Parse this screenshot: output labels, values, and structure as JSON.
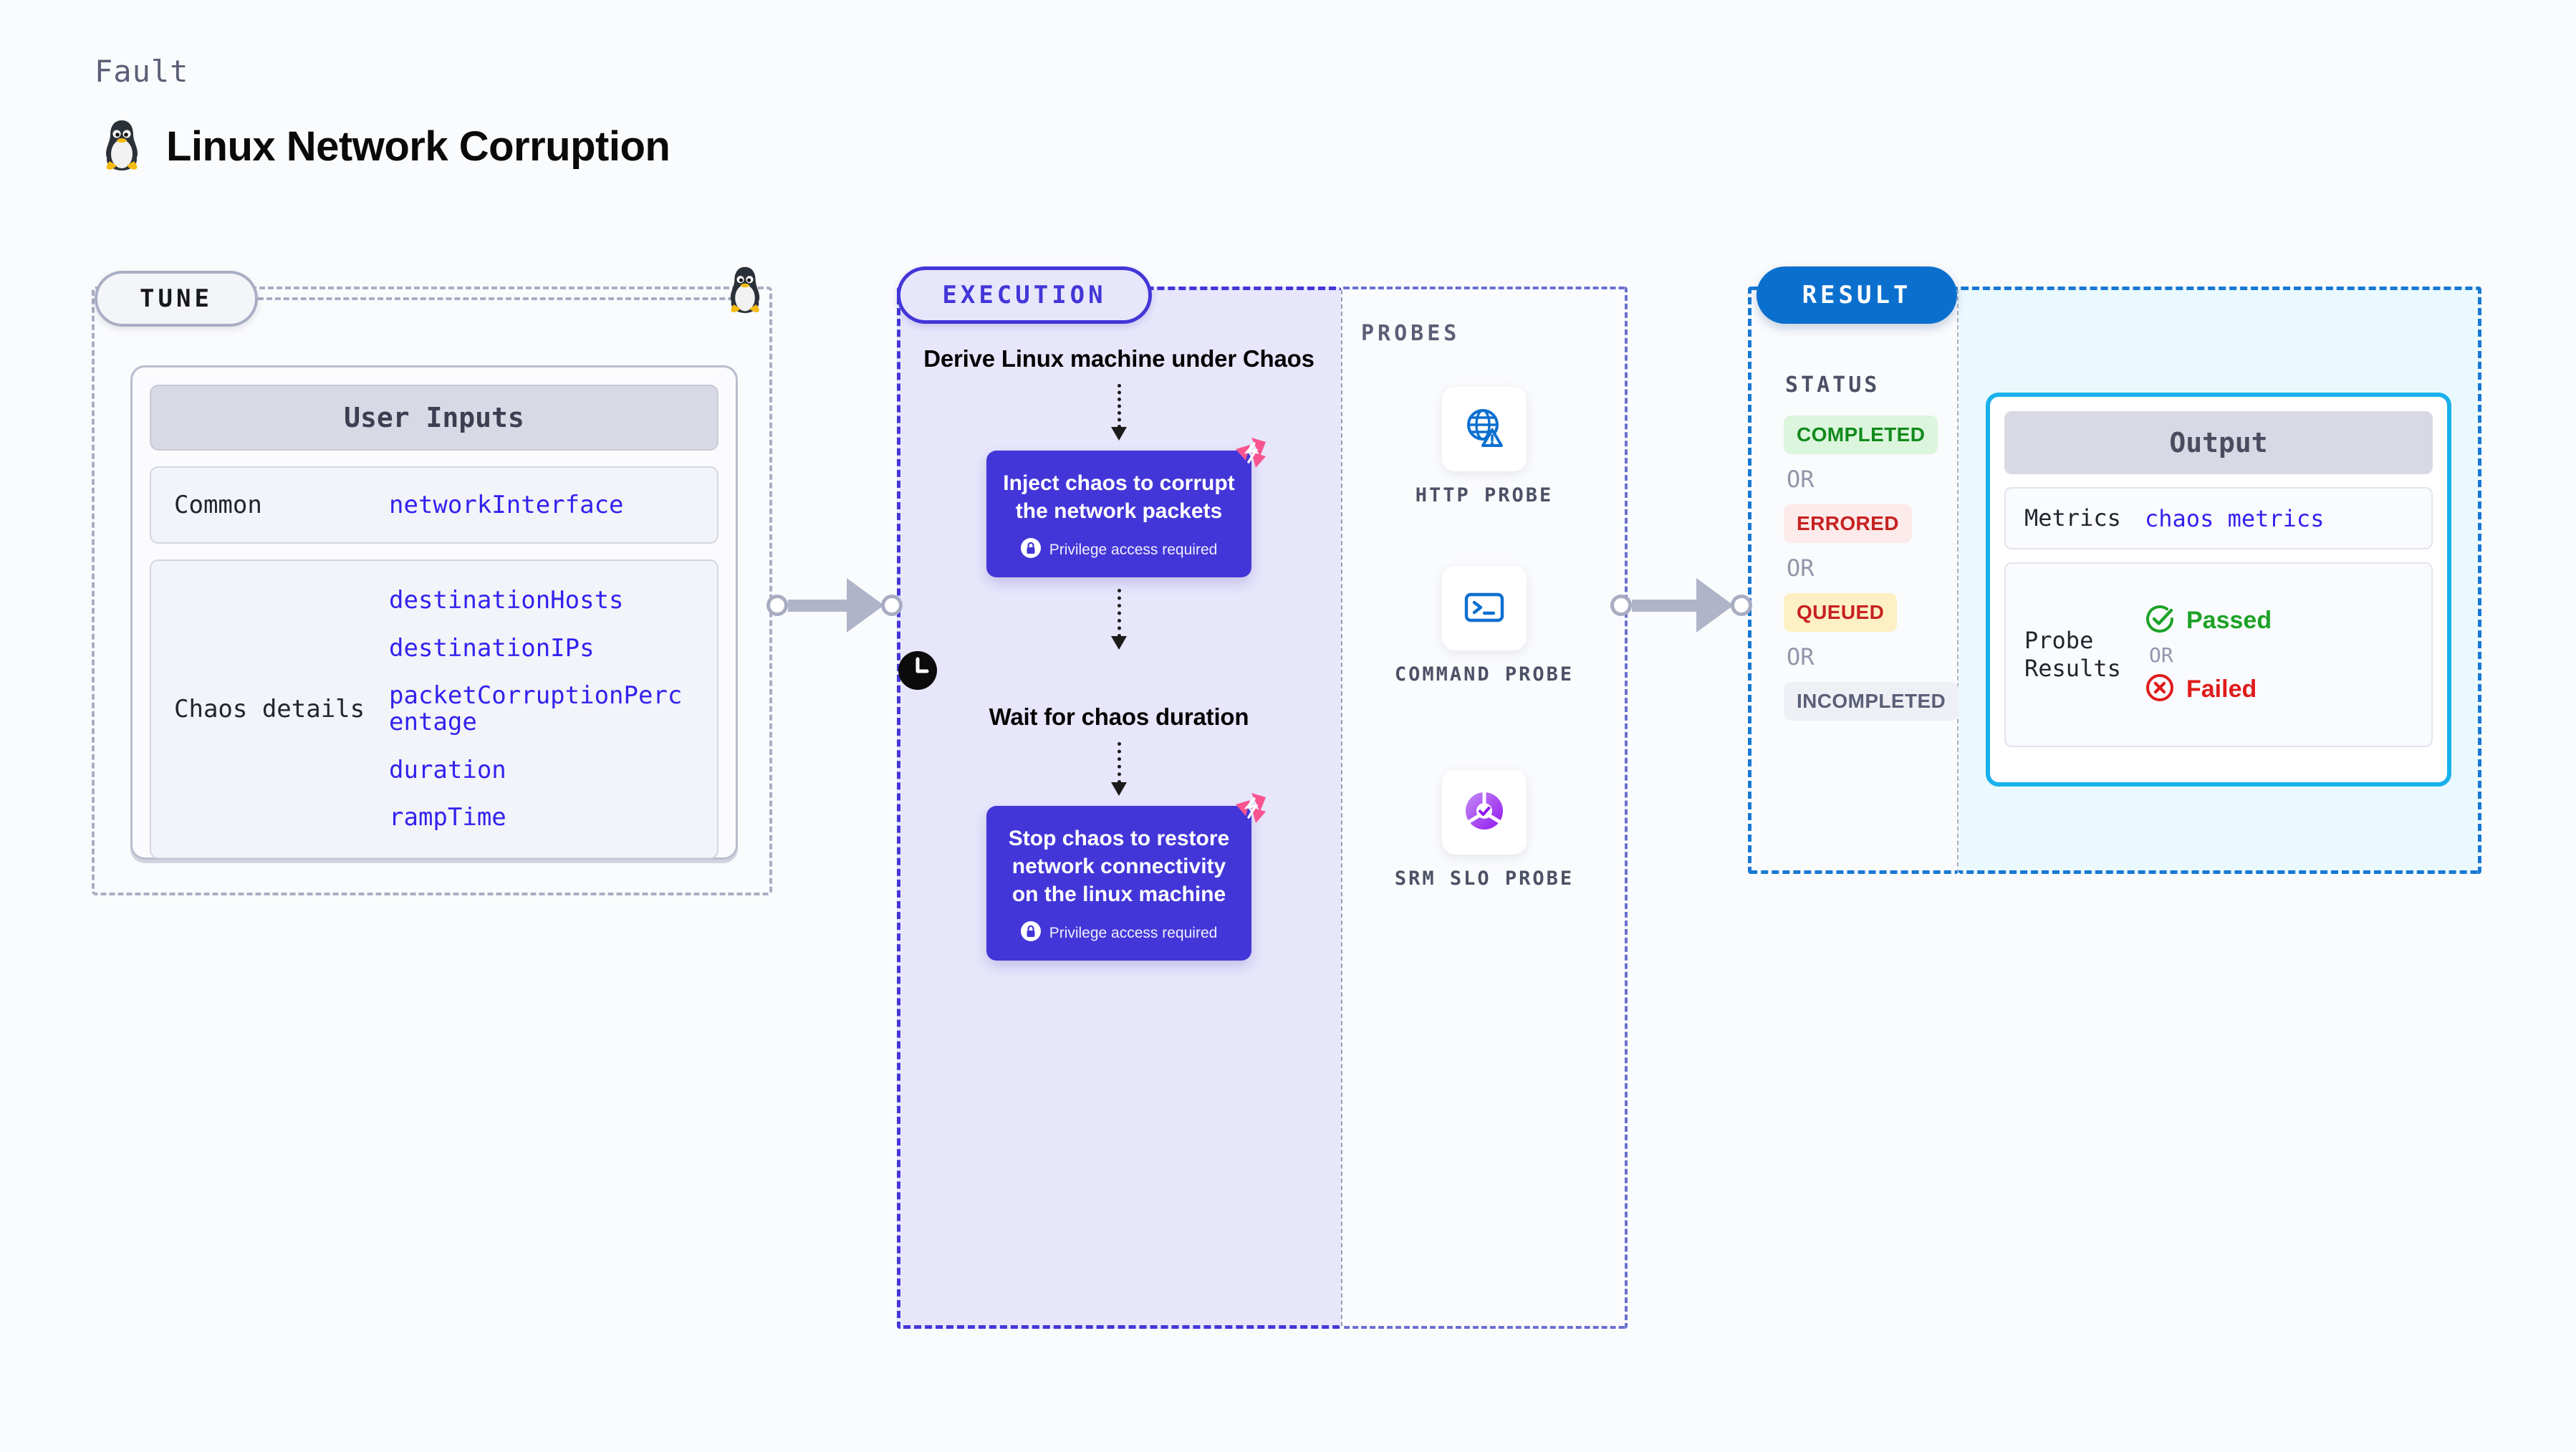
{
  "header": {
    "kicker": "Fault",
    "title": "Linux Network Corruption",
    "icon": "tux-penguin-icon"
  },
  "tune": {
    "pill_label": "TUNE",
    "icon": "tux-penguin-icon",
    "card": {
      "header": "User Inputs",
      "rows": [
        {
          "label": "Common",
          "values": [
            "networkInterface"
          ]
        },
        {
          "label": "Chaos details",
          "values": [
            "destinationHosts",
            "destinationIPs",
            "packetCorruptionPercentage",
            "duration",
            "rampTime"
          ]
        }
      ]
    }
  },
  "execution": {
    "pill_label": "EXECUTION",
    "steps": [
      {
        "type": "text",
        "label": "Derive Linux machine under Chaos"
      },
      {
        "type": "node",
        "label": "Inject chaos to corrupt the network packets",
        "privilege": "Privilege access required",
        "badge": "harness-logo-icon",
        "lock": "lock-icon"
      },
      {
        "type": "wait",
        "label": "Wait for chaos duration",
        "icon": "clock-icon"
      },
      {
        "type": "node",
        "label": "Stop chaos to restore network connectivity on the linux machine",
        "privilege": "Privilege access required",
        "badge": "harness-logo-icon",
        "lock": "lock-icon"
      }
    ]
  },
  "probes": {
    "title": "PROBES",
    "items": [
      {
        "name": "HTTP PROBE",
        "icon": "globe-warning-icon"
      },
      {
        "name": "COMMAND PROBE",
        "icon": "terminal-icon"
      },
      {
        "name": "SRM SLO PROBE",
        "icon": "slo-donut-check-icon"
      }
    ]
  },
  "result": {
    "pill_label": "RESULT",
    "status_title": "STATUS",
    "or_label": "OR",
    "statuses": [
      {
        "label": "COMPLETED",
        "bg": "#dcf5dd",
        "fg": "#128a1c"
      },
      {
        "label": "ERRORED",
        "bg": "#fdeaea",
        "fg": "#c62121"
      },
      {
        "label": "QUEUED",
        "bg": "#fdf0c4",
        "fg": "#c62121"
      },
      {
        "label": "INCOMPLETED",
        "bg": "#eef0f5",
        "fg": "#5b5f77"
      }
    ],
    "output": {
      "header": "Output",
      "metrics_label": "Metrics",
      "metrics_value": "chaos metrics",
      "probe_label": "Probe Results",
      "passed": "Passed",
      "failed": "Failed",
      "or_label": "OR",
      "passed_icon": "check-circle-icon",
      "failed_icon": "x-circle-icon"
    }
  },
  "connectors": {
    "arrow_1": "arrow-tune-to-execution",
    "arrow_2": "arrow-probes-to-result"
  },
  "colors": {
    "accent_purple": "#4336d8",
    "accent_blue": "#0b6fce",
    "accent_cyan": "#18b1ec",
    "code_blue": "#3322ee",
    "badge_pink": "#f9548f",
    "gray_dash": "#a9aec4"
  }
}
